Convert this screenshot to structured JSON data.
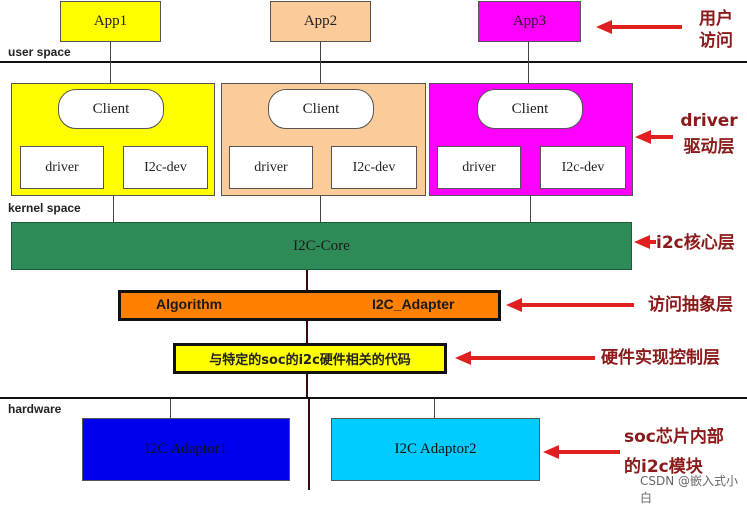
{
  "apps": [
    "App1",
    "App2",
    "App3"
  ],
  "space_labels": {
    "user": "user space",
    "kernel": "kernel space",
    "hardware": "hardware"
  },
  "drivers": [
    {
      "client": "Client",
      "driver": "driver",
      "i2c_dev": "I2c-dev",
      "color": "#ffff00"
    },
    {
      "client": "Client",
      "driver": "driver",
      "i2c_dev": "I2c-dev",
      "color": "#fbcb9a"
    },
    {
      "client": "Client",
      "driver": "driver",
      "i2c_dev": "I2c-dev",
      "color": "#ff00ff"
    }
  ],
  "core": {
    "label": "I2C-Core",
    "color": "#2e8b57"
  },
  "algorithm_layer": {
    "algorithm": "Algorithm",
    "adapter": "I2C_Adapter",
    "color": "#ff7f00"
  },
  "soc_code": {
    "label": "与特定的soc的i2c硬件相关的代码",
    "color": "#ffff00"
  },
  "hardware": [
    {
      "label": "I2C Adaptor1",
      "color": "#0000ee"
    },
    {
      "label": "I2C Adaptor2",
      "color": "#00ccff"
    }
  ],
  "annotations": {
    "user_access": [
      "用户",
      "访问"
    ],
    "driver_layer": [
      "driver",
      "驱动层"
    ],
    "core_layer": "i2c核心层",
    "access_abstract": "访问抽象层",
    "hw_control": "硬件实现控制层",
    "soc_module": [
      "soc芯片内部",
      "的i2c模块"
    ]
  },
  "watermark": "CSDN @嵌入式小白"
}
